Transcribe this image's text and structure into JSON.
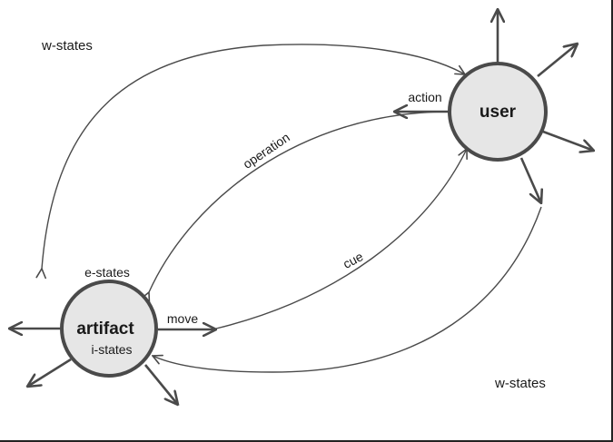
{
  "nodes": {
    "user": {
      "label": "user"
    },
    "artifact": {
      "label": "artifact",
      "sublabel": "i-states",
      "top_label": "e-states"
    }
  },
  "edges": {
    "action": "action",
    "operation": "operation",
    "cue": "cue",
    "move": "move"
  },
  "regions": {
    "top_left": "w-states",
    "bottom_right": "w-states"
  },
  "colors": {
    "node_fill": "#e6e6e6",
    "stroke": "#4a4a4a",
    "text": "#1a1a1a"
  }
}
